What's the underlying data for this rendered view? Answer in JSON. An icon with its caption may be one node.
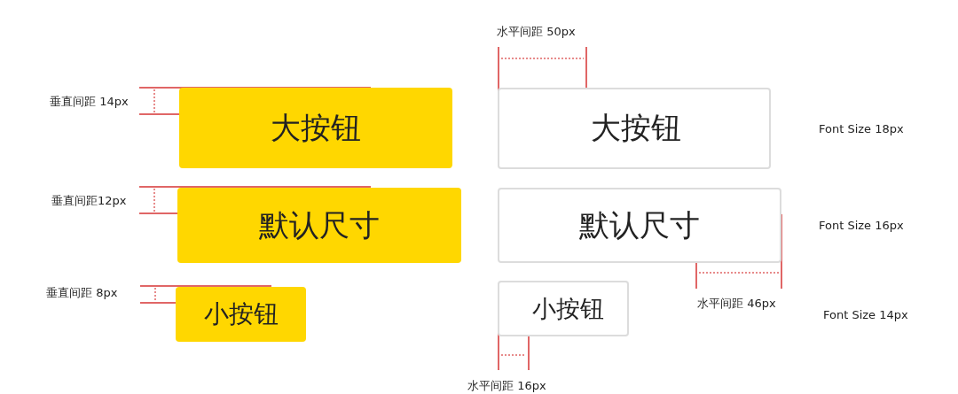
{
  "diagram": {
    "nodes": [
      {
        "text": [
          "大按钮"
        ]
      },
      {
        "text": [
          "默认尺寸"
        ]
      },
      {
        "text": [
          "小按钮"
        ]
      },
      {
        "text": [
          "大按钮"
        ]
      },
      {
        "text": [
          "默认尺寸"
        ]
      },
      {
        "text": [
          "小按钮"
        ]
      }
    ],
    "labels": [
      "水平间距 50px",
      "垂直间距 14px",
      "Font Size 18px",
      "垂直间距12px",
      "Font Size 16px",
      "垂直间距 8px",
      "水平间距 46px",
      "Font Size 14px",
      "水平间距 16px"
    ]
  }
}
